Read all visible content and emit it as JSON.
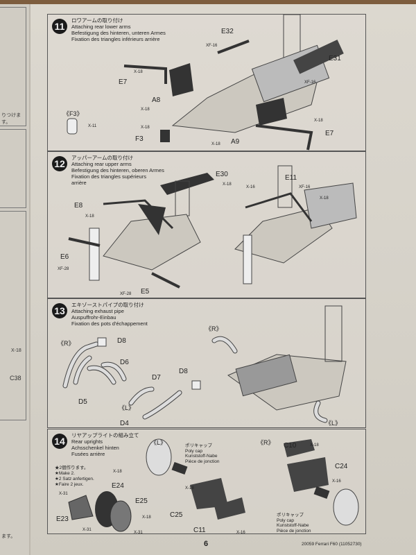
{
  "previous_page": {
    "fragments": [
      "りつけます。",
      "X-18",
      "C38",
      "ます。"
    ]
  },
  "steps": [
    {
      "number": "11",
      "title_jp": "ロワアームの取り付け",
      "title_en": "Attaching rear lower arms",
      "title_de": "Befestigung des hinteren, unteren Armes",
      "title_fr": "Fixation des triangles inférieurs arrière",
      "labels": [
        "E32",
        "XF-16",
        "E31",
        "XF-16",
        "X-18",
        "E7",
        "A8",
        "X-18",
        "《F3》",
        "X-11",
        "X-18",
        "F3",
        "X-18",
        "A9",
        "X-18",
        "E7"
      ]
    },
    {
      "number": "12",
      "title_jp": "アッパーアームの取り付け",
      "title_en": "Attaching rear upper arms",
      "title_de": "Befestigung des hinteren, oberen Armes",
      "title_fr": "Fixation des triangles supérieurs arrière",
      "labels": [
        "E30",
        "X-18",
        "E11",
        "X-16",
        "XF-16",
        "X-18",
        "E8",
        "X-18",
        "E6",
        "XF-28",
        "XF-28",
        "E5"
      ]
    },
    {
      "number": "13",
      "title_jp": "エキゾーストパイプの取り付け",
      "title_en": "Attaching exhaust pipe",
      "title_de": "Auspuffrohr-Einbau",
      "title_fr": "Fixation des pots d'échappement",
      "labels": [
        "《R》",
        "《R》",
        "D8",
        "D6",
        "D7",
        "D8",
        "D5",
        "《L》",
        "D4",
        "《L》"
      ]
    },
    {
      "number": "14",
      "title_jp": "リヤアップライトの組み立て",
      "title_en": "Rear uprights",
      "title_de": "Achsschenkel hinten",
      "title_fr": "Fusées arrière",
      "notes": [
        "★2個作ります。",
        "★Make 2.",
        "★2 Satz anfertigen.",
        "★Faire 2 jeux."
      ],
      "polycap": [
        "ポリキャップ",
        "Poly cap",
        "Kunststoff-Nabe",
        "Pièce de jonction"
      ],
      "labels": [
        "《L》",
        "《R》",
        "C10",
        "X-18",
        "C24",
        "X-18",
        "X-16",
        "X-18",
        "E24",
        "E25",
        "X-31",
        "E23",
        "X-31",
        "X-18",
        "X-31",
        "C25",
        "C11",
        "X-16"
      ]
    }
  ],
  "footer": {
    "page_number": "6",
    "code": "20059 Ferrari F60 (11052730)"
  }
}
